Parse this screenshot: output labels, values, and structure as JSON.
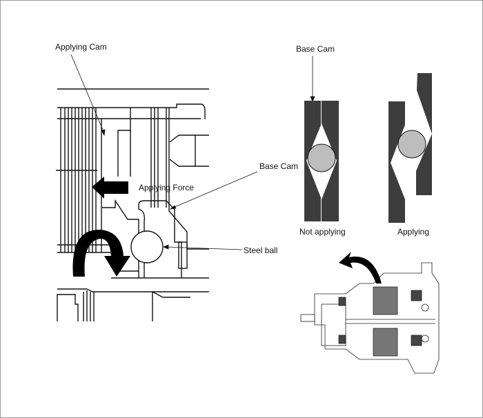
{
  "labels": {
    "applying_cam": "Applying Cam",
    "applying_force": "Applying Force",
    "base_cam_left": "Base Cam",
    "steel_ball": "Steel ball",
    "base_cam_top": "Base Cam",
    "not_applying": "Not applying",
    "applying": "Applying"
  },
  "colors": {
    "cam": "#3d3d3d",
    "ball": "#bdbdbd",
    "line": "#111111"
  }
}
